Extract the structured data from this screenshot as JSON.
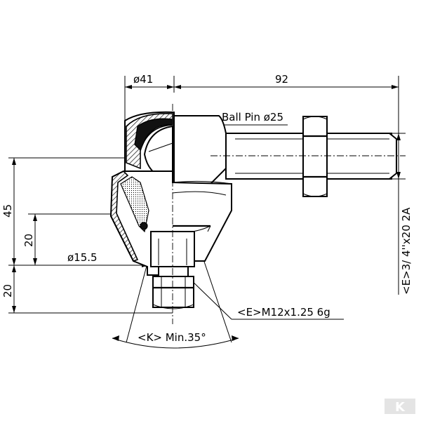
{
  "dimensions": {
    "d41": "ø41",
    "d92": "92",
    "ball_pin": "Ball Pin ø25",
    "d45": "45",
    "d20_mid": "20",
    "d20_low": "20",
    "d15_5": "ø15.5",
    "thread_m12": "<E>M12x1.25 6g",
    "angle_k": "<K> Min.35°",
    "thread_34": "<E>3/ 4''x20 2A"
  },
  "watermark": {
    "brand": "K"
  }
}
